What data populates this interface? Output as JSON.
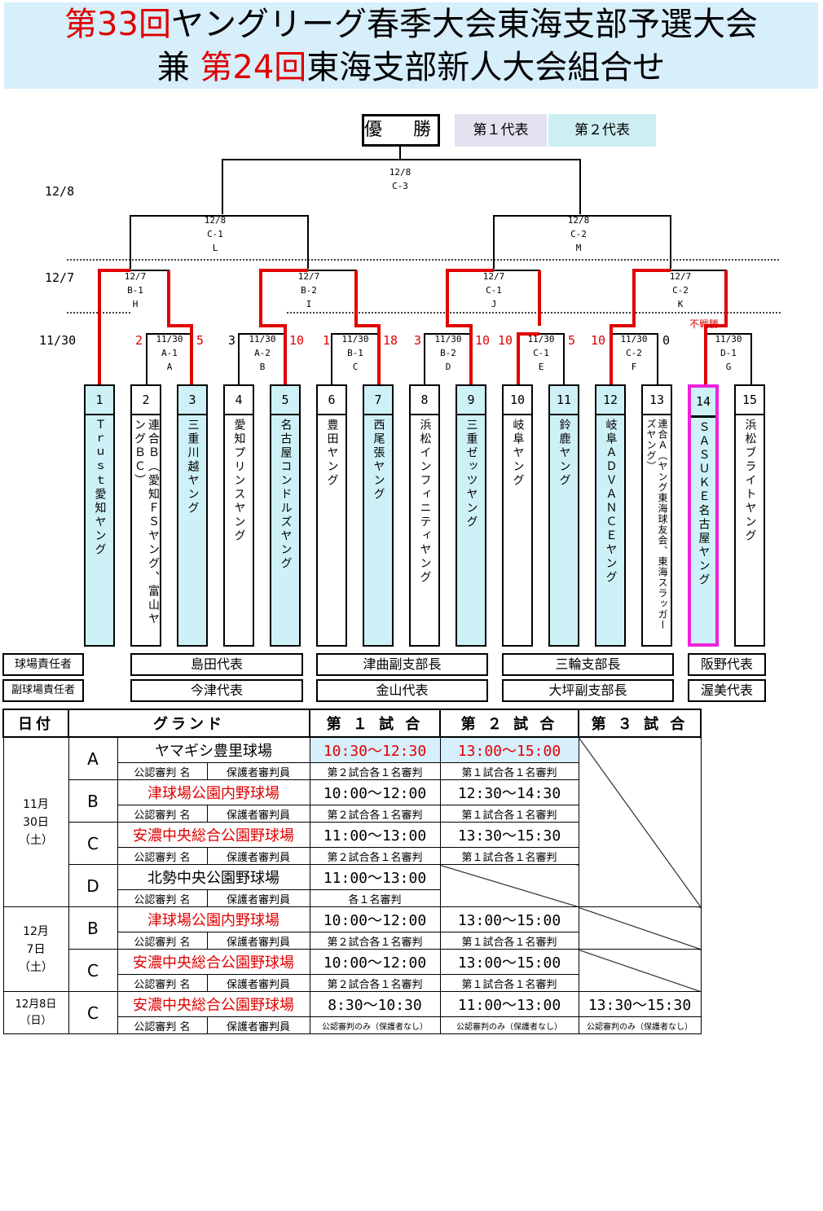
{
  "title": {
    "line1_red": "第33回",
    "line1_black": "ヤングリーグ春季大会東海支部予選大会",
    "line2_pre": "兼 ",
    "line2_red": "第24回",
    "line2_black": "東海支部新人大会組合せ"
  },
  "champion_label": "優　勝",
  "legend": {
    "first": "第１代表",
    "second": "第２代表",
    "first_color": "#e4e1f0",
    "second_color": "#cdeef2"
  },
  "accent_color": "#e00000",
  "dates": {
    "final": "12/8",
    "semis": "12/7",
    "first_round": "11/30"
  },
  "matches": {
    "C3": "12/8\nC-3",
    "L": "12/8\nC-1\nL",
    "M": "12/8\nC-2\nM",
    "H": "12/7\nB-1\nH",
    "I": "12/7\nB-2\nI",
    "J": "12/7\nC-1\nJ",
    "K": "12/7\nC-2\nK",
    "A": "11/30\nA-1\nA",
    "B": "11/30\nA-2\nB",
    "C": "11/30\nB-1\nC",
    "D": "11/30\nB-2\nD",
    "E": "11/30\nC-1\nE",
    "F": "11/30\nC-2\nF",
    "G": "11/30\nD-1\nG"
  },
  "scores": {
    "A_left": "2",
    "A_right": "5",
    "B_left": "3",
    "B_right": "10",
    "C_left": "1",
    "C_right": "18",
    "D_left": "3",
    "D_right": "10",
    "E_left": "10",
    "E_right": "5",
    "F_left": "10",
    "F_right": "0"
  },
  "walkover": "不戦勝",
  "teams": [
    {
      "num": "1",
      "name": "Ｔｒｕｓｔ愛知ヤング"
    },
    {
      "num": "2",
      "name": "連合Ｂ（愛知ＦＳヤング、富山ヤングＢＣ）"
    },
    {
      "num": "3",
      "name": "三重川越ヤング"
    },
    {
      "num": "4",
      "name": "愛知プリンスヤング"
    },
    {
      "num": "5",
      "name": "名古屋コンドルズヤング"
    },
    {
      "num": "6",
      "name": "豊田ヤング"
    },
    {
      "num": "7",
      "name": "西尾張ヤング"
    },
    {
      "num": "8",
      "name": "浜松インフィニティヤング"
    },
    {
      "num": "9",
      "name": "三重ゼッツヤング"
    },
    {
      "num": "10",
      "name": "岐阜ヤング"
    },
    {
      "num": "11",
      "name": "鈴鹿ヤング"
    },
    {
      "num": "12",
      "name": "岐阜ＡＤＶＡＮＣＥヤング"
    },
    {
      "num": "13",
      "name": "連合Ａ（ヤング東海球友会、東海スラッガーズヤング）"
    },
    {
      "num": "14",
      "name": "ＳＡＳＵＫＥ名古屋ヤング"
    },
    {
      "num": "15",
      "name": "浜松ブライトヤング"
    }
  ],
  "roles": {
    "manager": "球場責任者",
    "vice": "副球場責任者"
  },
  "officials": [
    {
      "manager": "島田代表",
      "vice": "今津代表"
    },
    {
      "manager": "津曲副支部長",
      "vice": "金山代表"
    },
    {
      "manager": "三輪支部長",
      "vice": "大坪副支部長"
    },
    {
      "manager": "阪野代表",
      "vice": "渥美代表"
    }
  ],
  "schedule": {
    "headers": {
      "date": "日付",
      "ground": "グランド",
      "g1": "第 １ 試 合",
      "g2": "第 ２ 試 合",
      "g3": "第 ３ 試 合"
    },
    "sub_left": "公認審判 名",
    "sub_right": "保護者審判員",
    "day1": "11月\n30日\n（土）",
    "day2": "12月\n7日\n（土）",
    "day3": "12月8日\n（日）",
    "rows": [
      {
        "letter": "A",
        "venue": "ヤマギシ豊里球場",
        "g1": "10:30～12:30",
        "g2": "13:00～15:00",
        "u1": "第２試合各１名審判",
        "u2": "第１試合各１名審判"
      },
      {
        "letter": "B",
        "venue": "津球場公園内野球場",
        "g1": "10:00～12:00",
        "g2": "12:30～14:30",
        "u1": "第２試合各１名審判",
        "u2": "第１試合各１名審判"
      },
      {
        "letter": "C",
        "venue": "安濃中央総合公園野球場",
        "g1": "11:00～13:00",
        "g2": "13:30～15:30",
        "u1": "第２試合各１名審判",
        "u2": "第１試合各１名審判"
      },
      {
        "letter": "D",
        "venue": "北勢中央公園野球場",
        "g1": "11:00～13:00",
        "u1": "各１名審判"
      },
      {
        "letter": "B",
        "venue": "津球場公園内野球場",
        "g1": "10:00～12:00",
        "g2": "13:00～15:00",
        "u1": "第２試合各１名審判",
        "u2": "第１試合各１名審判"
      },
      {
        "letter": "C",
        "venue": "安濃中央総合公園野球場",
        "g1": "10:00～12:00",
        "g2": "13:00～15:00",
        "u1": "第２試合各１名審判",
        "u2": "第１試合各１名審判"
      },
      {
        "letter": "C",
        "venue": "安濃中央総合公園野球場",
        "g1": "8:30～10:30",
        "g2": "11:00～13:00",
        "g3": "13:30～15:30",
        "u1": "公認審判のみ（保護者なし）",
        "u2": "公認審判のみ（保護者なし）",
        "u3": "公認審判のみ（保護者なし）"
      }
    ]
  }
}
